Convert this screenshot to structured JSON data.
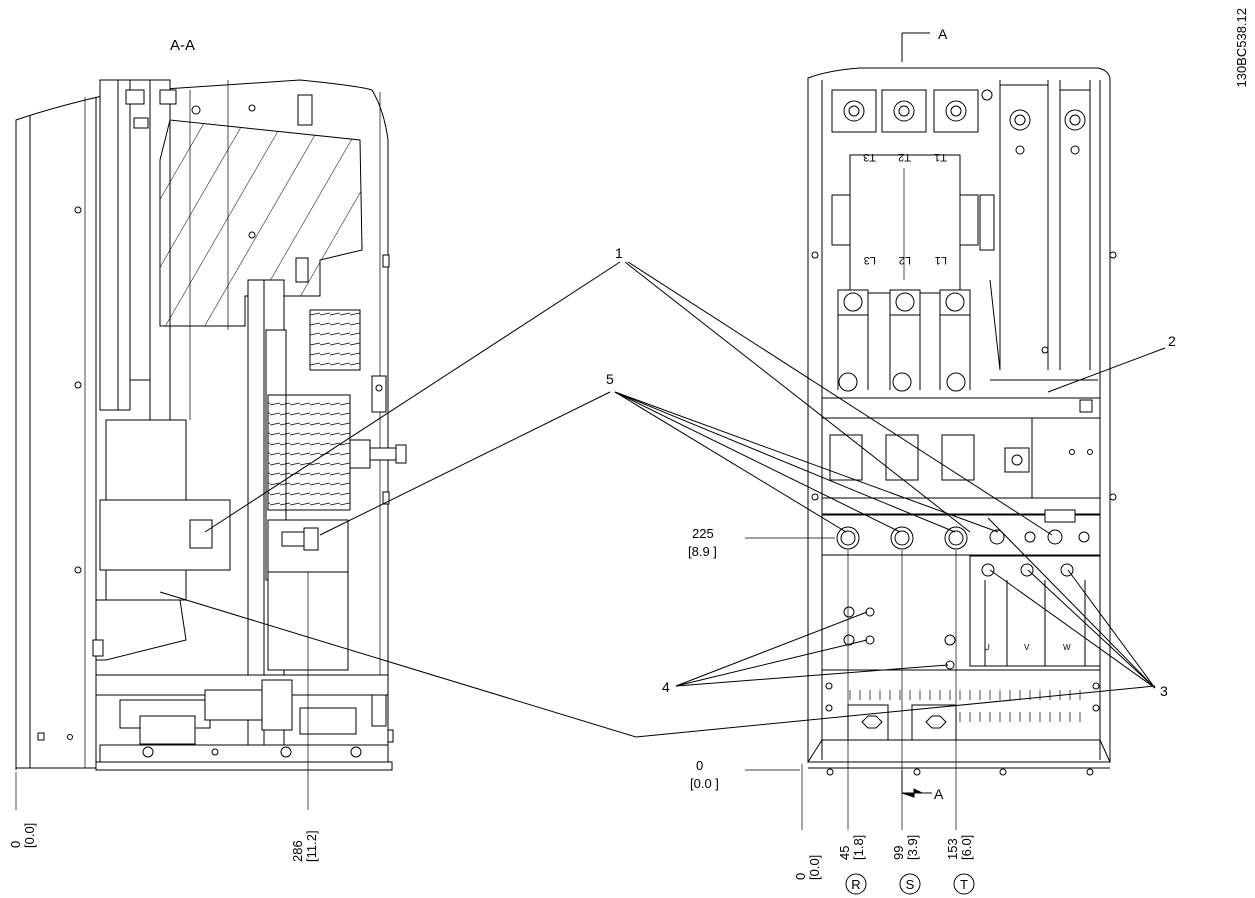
{
  "document_id": "130BC538.12",
  "section_label": "A-A",
  "section_marker": "A",
  "callouts": [
    "1",
    "2",
    "3",
    "4",
    "5"
  ],
  "dimensions": {
    "left_zero": {
      "mm": "0",
      "in": "[0.0]"
    },
    "left_286": {
      "mm": "286",
      "in": "[11.2]"
    },
    "h225": {
      "mm": "225",
      "in": "[8.9 ]"
    },
    "base_zero": {
      "mm": "0",
      "in": "[0.0 ]"
    },
    "right_zero": {
      "mm": "0",
      "in": "[0.0]"
    },
    "r45": {
      "mm": "45",
      "in": "[1.8]"
    },
    "r99": {
      "mm": "99",
      "in": "[3.9]"
    },
    "r153": {
      "mm": "153",
      "in": "[6.0]"
    }
  },
  "phases": [
    "R",
    "S",
    "T"
  ],
  "contactor_labels": {
    "top": [
      "T3",
      "T2",
      "T1"
    ],
    "bottom": [
      "L3",
      "L2",
      "L1"
    ]
  },
  "terminal_labels": [
    "U",
    "V",
    "W"
  ]
}
